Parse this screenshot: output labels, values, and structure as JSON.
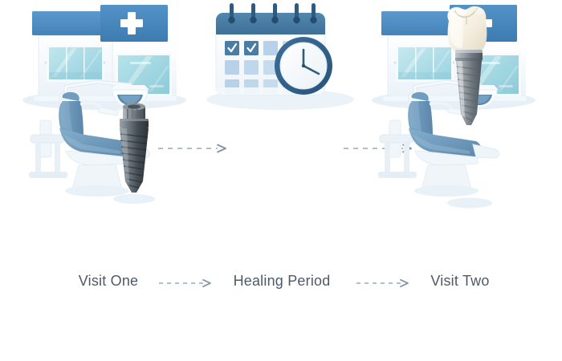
{
  "illustration": {
    "title_semantic": "dental-implant-two-visit-timeline",
    "background_color": "#ffffff"
  },
  "palette": {
    "awning_blue": "#4f90c6",
    "awning_blue_dark": "#3f7cb0",
    "cross_white": "#ffffff",
    "building_wall": "#f4f8fb",
    "window_glass": "#a8dbe4",
    "window_glass_alt": "#bfe6ea",
    "calendar_header": "#4a7da6",
    "calendar_header_dark": "#3a6a90",
    "calendar_body": "#fbfdfe",
    "cell_light": "#d4e3f0",
    "cell_mid": "#b8d2e8",
    "cell_checked": "#4a7da6",
    "clock_rim": "#2f5f87",
    "clock_face": "#fafcfd",
    "chair_blue": "#6e9ec2",
    "chair_blue_dark": "#5b88ac",
    "chair_white": "#eef4f8",
    "implant_metal": "#6f7a82",
    "implant_metal_dark": "#3e464d",
    "crown_ivory": "#f6f1e2",
    "shadow_blue": "#e9f1f7",
    "label_text": "#4e5a66",
    "arrow_gray": "#9aa7b4"
  },
  "steps": [
    {
      "id": "visit-one",
      "label": "Visit One",
      "icons": [
        "dental-clinic-building-icon",
        "dental-chair-icon",
        "dental-implant-screw-icon"
      ]
    },
    {
      "id": "healing-period",
      "label": "Healing Period",
      "icons": [
        "calendar-icon",
        "clock-icon"
      ]
    },
    {
      "id": "visit-two",
      "label": "Visit Two",
      "icons": [
        "dental-clinic-building-icon",
        "dental-chair-icon",
        "dental-implant-with-crown-icon"
      ]
    }
  ],
  "calendar": {
    "ring_count": 5,
    "columns": 5,
    "rows": 3,
    "checked_cells": [
      {
        "row": 0,
        "col": 0
      },
      {
        "row": 0,
        "col": 1
      }
    ],
    "check_glyph": "✓"
  },
  "clock": {
    "hour_hand_position": "4",
    "minute_hand_position": "12"
  },
  "connectors": [
    {
      "id": "flow-arrow-1",
      "style": "dashed",
      "direction": "right"
    },
    {
      "id": "flow-arrow-2",
      "style": "dashed",
      "direction": "right"
    },
    {
      "id": "label-arrow-1",
      "style": "dashed",
      "direction": "right"
    },
    {
      "id": "label-arrow-2",
      "style": "dashed",
      "direction": "right"
    }
  ]
}
